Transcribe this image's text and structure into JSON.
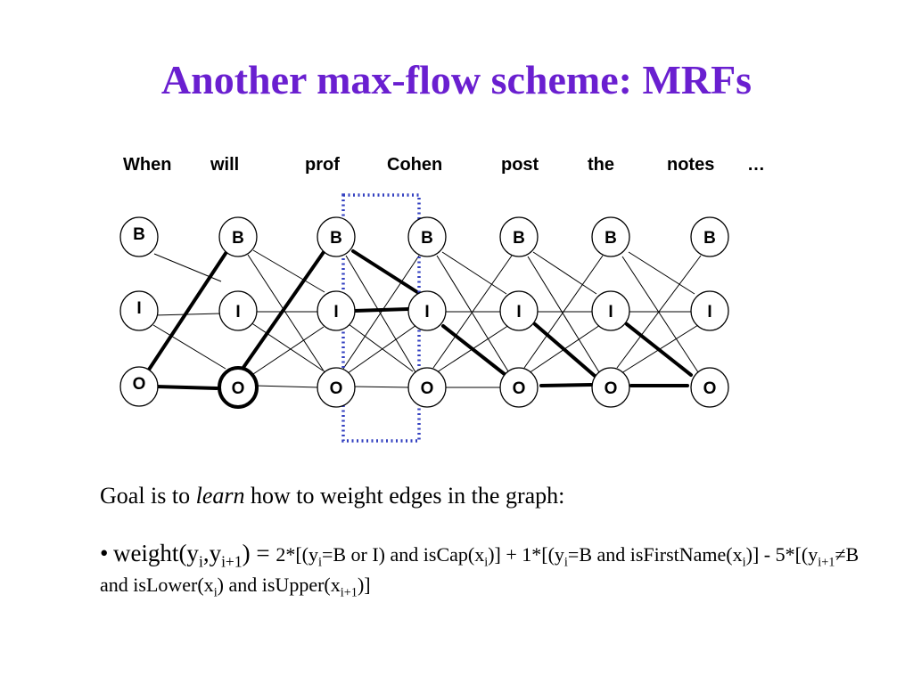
{
  "title": {
    "text": "Another max-flow scheme: MRFs",
    "color": "#6a1fd0"
  },
  "diagram": {
    "words": [
      "When",
      "will",
      "prof",
      "Cohen",
      "post",
      "the",
      "notes",
      "…"
    ],
    "columns": [
      {
        "b": "B",
        "i": "I",
        "o": "O"
      },
      {
        "b": "B",
        "i": "I",
        "o": "O"
      },
      {
        "b": "B",
        "i": "I",
        "o": "O"
      },
      {
        "b": "B",
        "i": "I",
        "o": "O"
      },
      {
        "b": "B",
        "i": "I",
        "o": "O"
      },
      {
        "b": "B",
        "i": "I",
        "o": "O"
      },
      {
        "b": "B",
        "i": "I",
        "o": "O"
      }
    ],
    "highlight_color": "#3340c0",
    "highlight_style": "dotted box around the prof–Cohen transition"
  },
  "goal": {
    "prefix": "Goal is to ",
    "emphasis": "learn",
    "suffix": " how to weight edges in the graph:"
  },
  "formula": {
    "bullet": "•",
    "w_weight": "weight(y",
    "w_i": "i",
    "w_comma": ",y",
    "w_i1": "i+1",
    "w_close": ") = ",
    "t1": "2*[(y",
    "t1_sub": "i",
    "t2": "=B or I) and isCap(x",
    "t2_sub": "i",
    "t3": ")] + 1*[(y",
    "t3_sub": "i",
    "t4": "=B and isFirstName(x",
    "t4_sub": "i",
    "t5": ")] - 5*[(y",
    "t5_sub": "i+1",
    "t6": "≠B and isLower(x",
    "t6_sub": "i",
    "t7": ") and isUpper(x",
    "t7_sub": "i+1",
    "t8": ")]"
  }
}
